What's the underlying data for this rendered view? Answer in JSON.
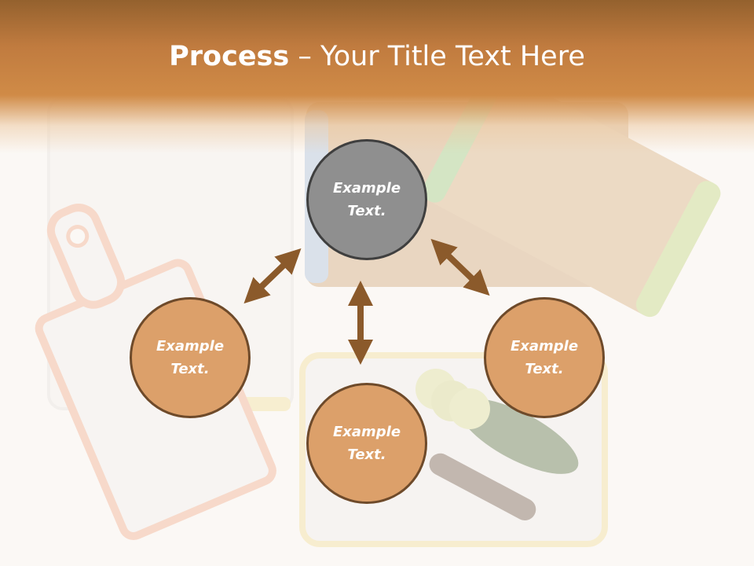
{
  "slide": {
    "title_bold": "Process",
    "title_rest": " – Your Title Text Here"
  },
  "nodes": {
    "top": "Example Text.",
    "left": "Example Text.",
    "right": "Example Text.",
    "bottom": "Example Text."
  },
  "colors": {
    "header": "#c9853f",
    "node_fill": "#dca06a",
    "node_center_fill": "#8f8f8f",
    "arrow": "#8b5a2b"
  }
}
